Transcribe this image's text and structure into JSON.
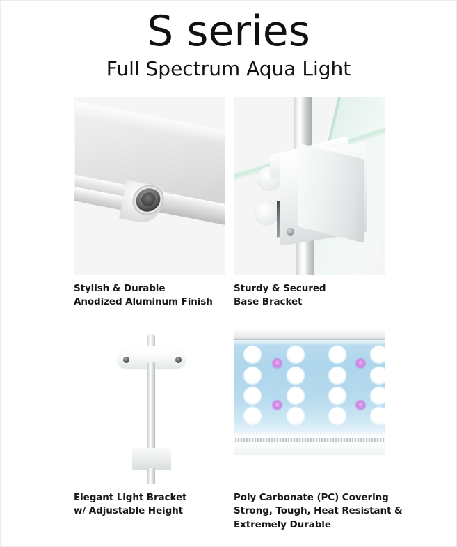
{
  "header": {
    "title": "S series",
    "subtitle": "Full Spectrum Aqua Light"
  },
  "features": [
    {
      "id": "anodized-aluminum",
      "photo": "aluminum-slab-photo",
      "caption_lines": [
        "Stylish & Durable",
        "Anodized Aluminum Finish"
      ]
    },
    {
      "id": "base-bracket",
      "photo": "base-bracket-photo",
      "caption_lines": [
        "Sturdy & Secured",
        "Base Bracket"
      ]
    },
    {
      "id": "light-bracket",
      "photo": "light-bracket-photo",
      "caption_lines": [
        "Elegant Light Bracket",
        "w/ Adjustable Height"
      ]
    },
    {
      "id": "pc-covering",
      "photo": "led-panel-photo",
      "caption_lines": [
        "Poly Carbonate (PC) Covering",
        "Strong, Tough, Heat Resistant &",
        "Extremely Durable"
      ]
    }
  ],
  "colors": {
    "page_background": "#ffffff",
    "photo_background": "#f5f5f5",
    "text": "#181818",
    "aluminum": "#dcdcdc",
    "glass_green": "#cfe9dd",
    "led_field_blue": "#b0d7ed",
    "led_white": "#ffffff",
    "led_violet": "#cf82e4"
  },
  "led_panel": {
    "white_led_columns": 4,
    "white_leds_per_column": 4,
    "violet_led_groups": 2,
    "violet_leds_per_group": 2
  }
}
